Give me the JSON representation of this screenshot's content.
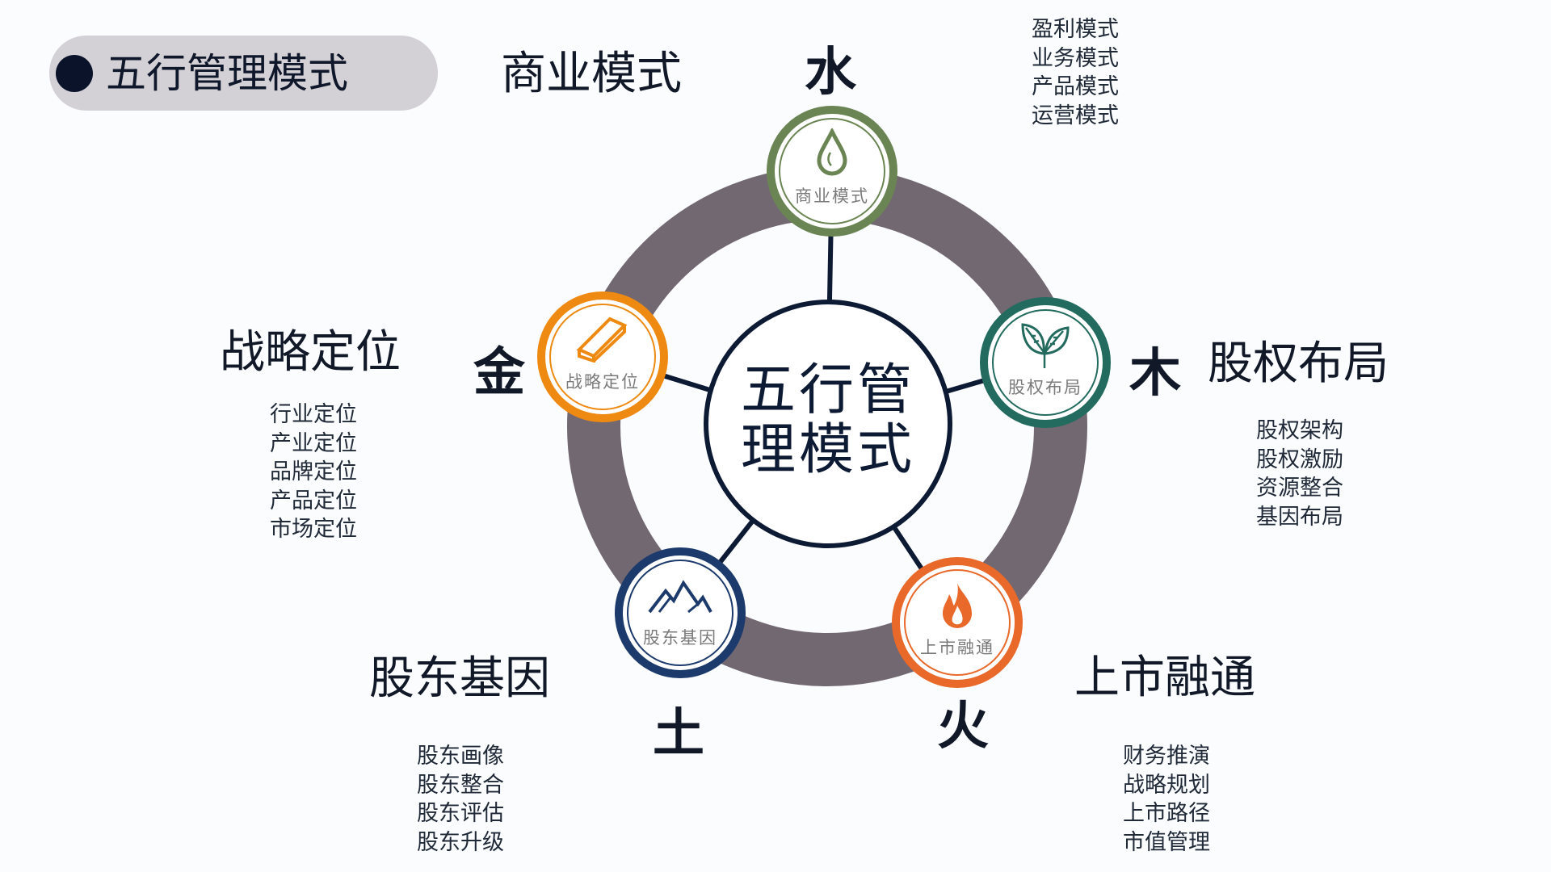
{
  "header": {
    "title": "五行管理模式"
  },
  "center": {
    "line1": "五行管",
    "line2": "理模式"
  },
  "colors": {
    "ring": "#726872",
    "water": "#6a8553",
    "wood": "#226b5e",
    "fire": "#e8692a",
    "earth": "#1c3a6b",
    "metal": "#ee8a12",
    "dark": "#0d1a33"
  },
  "elements": {
    "water": {
      "element": "水",
      "title": "商业模式",
      "node_label": "商业模式",
      "icon": "water-drop-icon",
      "items": [
        "盈利模式",
        "业务模式",
        "产品模式",
        "运营模式"
      ]
    },
    "wood": {
      "element": "木",
      "title": "股权布局",
      "node_label": "股权布局",
      "icon": "leaves-icon",
      "items": [
        "股权架构",
        "股权激励",
        "资源整合",
        "基因布局"
      ]
    },
    "fire": {
      "element": "火",
      "title": "上市融通",
      "node_label": "上市融通",
      "icon": "flame-icon",
      "items": [
        "财务推演",
        "战略规划",
        "上市路径",
        "市值管理"
      ]
    },
    "earth": {
      "element": "土",
      "title": "股东基因",
      "node_label": "股东基因",
      "icon": "mountains-icon",
      "items": [
        "股东画像",
        "股东整合",
        "股东评估",
        "股东升级"
      ]
    },
    "metal": {
      "element": "金",
      "title": "战略定位",
      "node_label": "战略定位",
      "icon": "gold-bar-icon",
      "items": [
        "行业定位",
        "产业定位",
        "品牌定位",
        "产品定位",
        "市场定位"
      ]
    }
  }
}
